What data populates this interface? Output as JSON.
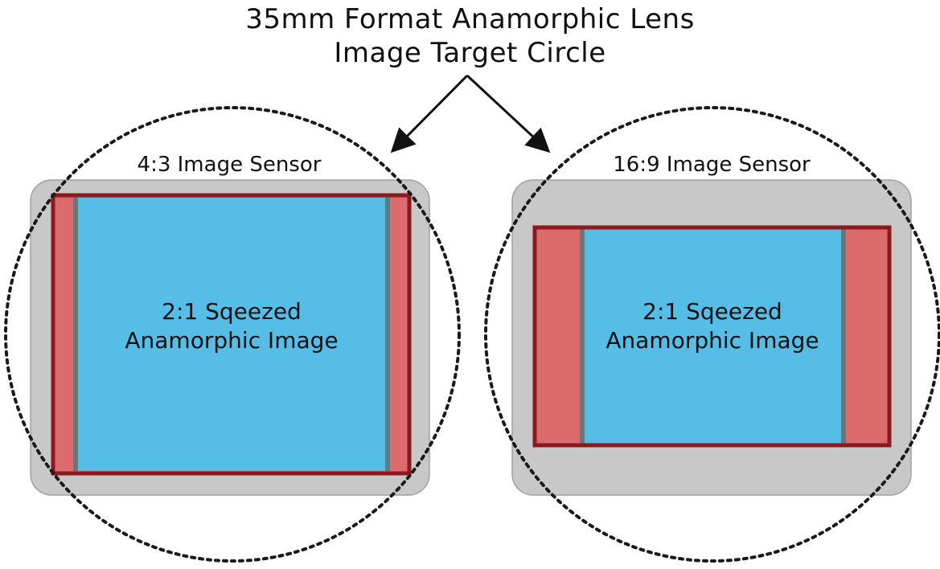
{
  "title": {
    "line1": "35mm Format Anamorphic Lens",
    "line2": "Image Target Circle"
  },
  "left_sensor": {
    "label": "4:3 Image Sensor",
    "image_label_line1": "2:1 Sqeezed",
    "image_label_line2": "Anamorphic Image"
  },
  "right_sensor": {
    "label": "16:9 Image Sensor",
    "image_label_line1": "2:1 Sqeezed",
    "image_label_line2": "Anamorphic Image"
  },
  "colors": {
    "sensor_fill": "#c8c8c8",
    "sensor_stroke": "#a0a0a0",
    "crop_fill": "#dc6b6e",
    "frame_stroke": "#8b1a1e",
    "image_fill": "#55bde6",
    "edge_stroke": "#5f7a80",
    "circle_stroke": "#1a1a1a",
    "arrow_stroke": "#111111"
  }
}
